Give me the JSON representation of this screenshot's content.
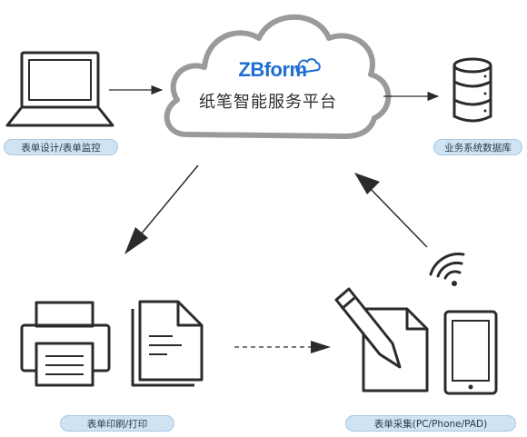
{
  "platform": {
    "brand": "ZBform",
    "title": "纸笔智能服务平台"
  },
  "nodes": {
    "design": {
      "label": "表单设计/表单监控",
      "icon": "laptop-icon"
    },
    "database": {
      "label": "业务系统数据库",
      "icon": "database-icon"
    },
    "print": {
      "label": "表单印刷/打印",
      "icon": "printer-icon"
    },
    "collect": {
      "label": "表单采集(PC/Phone/PAD)",
      "icon": "pen-tablet-icon"
    }
  },
  "colors": {
    "line": "#2b2b2b",
    "cloud_stroke": "#9a9a9a",
    "brand": "#1f6fd1",
    "pill_bg": "#cfe3f3",
    "pill_border": "#a9c9e3"
  }
}
